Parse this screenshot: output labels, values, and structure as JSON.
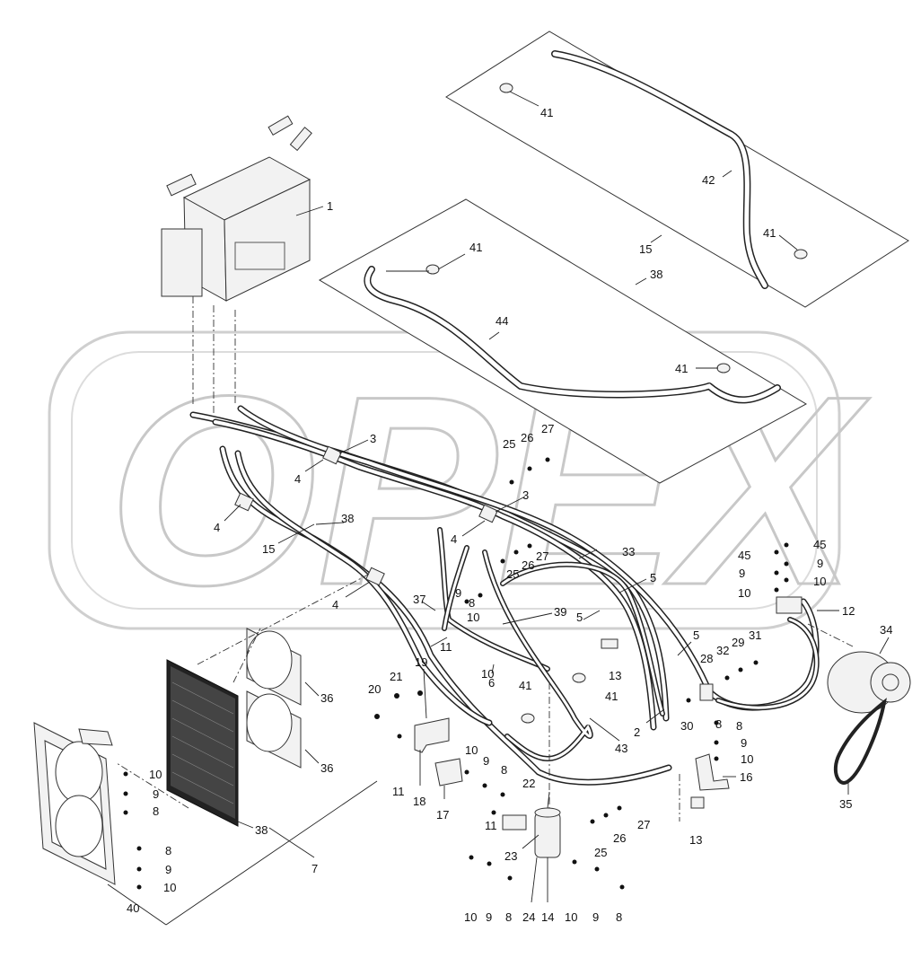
{
  "watermark": "OPEX",
  "callouts": [
    {
      "id": "c1",
      "text": "1"
    },
    {
      "id": "c2",
      "text": "2"
    },
    {
      "id": "c3a",
      "text": "3"
    },
    {
      "id": "c3b",
      "text": "3"
    },
    {
      "id": "c4a",
      "text": "4"
    },
    {
      "id": "c4b",
      "text": "4"
    },
    {
      "id": "c4c",
      "text": "4"
    },
    {
      "id": "c4d",
      "text": "4"
    },
    {
      "id": "c5a",
      "text": "5"
    },
    {
      "id": "c5b",
      "text": "5"
    },
    {
      "id": "c5c",
      "text": "5"
    },
    {
      "id": "c6",
      "text": "6"
    },
    {
      "id": "c7",
      "text": "7"
    },
    {
      "id": "c8a",
      "text": "8"
    },
    {
      "id": "c8b",
      "text": "8"
    },
    {
      "id": "c8c",
      "text": "8"
    },
    {
      "id": "c8d",
      "text": "8"
    },
    {
      "id": "c8e",
      "text": "8"
    },
    {
      "id": "c8f",
      "text": "8"
    },
    {
      "id": "c8g",
      "text": "8"
    },
    {
      "id": "c8h",
      "text": "8"
    },
    {
      "id": "c9a",
      "text": "9"
    },
    {
      "id": "c9b",
      "text": "9"
    },
    {
      "id": "c9c",
      "text": "9"
    },
    {
      "id": "c9d",
      "text": "9"
    },
    {
      "id": "c9e",
      "text": "9"
    },
    {
      "id": "c9f",
      "text": "9"
    },
    {
      "id": "c9g",
      "text": "9"
    },
    {
      "id": "c9h",
      "text": "9"
    },
    {
      "id": "c9i",
      "text": "9"
    },
    {
      "id": "c10a",
      "text": "10"
    },
    {
      "id": "c10b",
      "text": "10"
    },
    {
      "id": "c10c",
      "text": "10"
    },
    {
      "id": "c10d",
      "text": "10"
    },
    {
      "id": "c10e",
      "text": "10"
    },
    {
      "id": "c10f",
      "text": "10"
    },
    {
      "id": "c10g",
      "text": "10"
    },
    {
      "id": "c10h",
      "text": "10"
    },
    {
      "id": "c10i",
      "text": "10"
    },
    {
      "id": "c10j",
      "text": "10"
    },
    {
      "id": "c11a",
      "text": "11"
    },
    {
      "id": "c11b",
      "text": "11"
    },
    {
      "id": "c11c",
      "text": "11"
    },
    {
      "id": "c12",
      "text": "12"
    },
    {
      "id": "c13a",
      "text": "13"
    },
    {
      "id": "c13b",
      "text": "13"
    },
    {
      "id": "c14",
      "text": "14"
    },
    {
      "id": "c15a",
      "text": "15"
    },
    {
      "id": "c15b",
      "text": "15"
    },
    {
      "id": "c16",
      "text": "16"
    },
    {
      "id": "c17",
      "text": "17"
    },
    {
      "id": "c18",
      "text": "18"
    },
    {
      "id": "c19",
      "text": "19"
    },
    {
      "id": "c20",
      "text": "20"
    },
    {
      "id": "c21",
      "text": "21"
    },
    {
      "id": "c22",
      "text": "22"
    },
    {
      "id": "c23",
      "text": "23"
    },
    {
      "id": "c24",
      "text": "24"
    },
    {
      "id": "c25a",
      "text": "25"
    },
    {
      "id": "c25b",
      "text": "25"
    },
    {
      "id": "c25c",
      "text": "25"
    },
    {
      "id": "c26a",
      "text": "26"
    },
    {
      "id": "c26b",
      "text": "26"
    },
    {
      "id": "c26c",
      "text": "26"
    },
    {
      "id": "c27a",
      "text": "27"
    },
    {
      "id": "c27b",
      "text": "27"
    },
    {
      "id": "c27c",
      "text": "27"
    },
    {
      "id": "c28",
      "text": "28"
    },
    {
      "id": "c29",
      "text": "29"
    },
    {
      "id": "c30",
      "text": "30"
    },
    {
      "id": "c31",
      "text": "31"
    },
    {
      "id": "c32",
      "text": "32"
    },
    {
      "id": "c33",
      "text": "33"
    },
    {
      "id": "c34",
      "text": "34"
    },
    {
      "id": "c35",
      "text": "35"
    },
    {
      "id": "c36a",
      "text": "36"
    },
    {
      "id": "c36b",
      "text": "36"
    },
    {
      "id": "c37",
      "text": "37"
    },
    {
      "id": "c38a",
      "text": "38"
    },
    {
      "id": "c38b",
      "text": "38"
    },
    {
      "id": "c38c",
      "text": "38"
    },
    {
      "id": "c39",
      "text": "39"
    },
    {
      "id": "c40",
      "text": "40"
    },
    {
      "id": "c41a",
      "text": "41"
    },
    {
      "id": "c41b",
      "text": "41"
    },
    {
      "id": "c41c",
      "text": "41"
    },
    {
      "id": "c41d",
      "text": "41"
    },
    {
      "id": "c41e",
      "text": "41"
    },
    {
      "id": "c41f",
      "text": "41"
    },
    {
      "id": "c42",
      "text": "42"
    },
    {
      "id": "c43",
      "text": "43"
    },
    {
      "id": "c44",
      "text": "44"
    },
    {
      "id": "c45a",
      "text": "45"
    },
    {
      "id": "c45b",
      "text": "45"
    }
  ]
}
